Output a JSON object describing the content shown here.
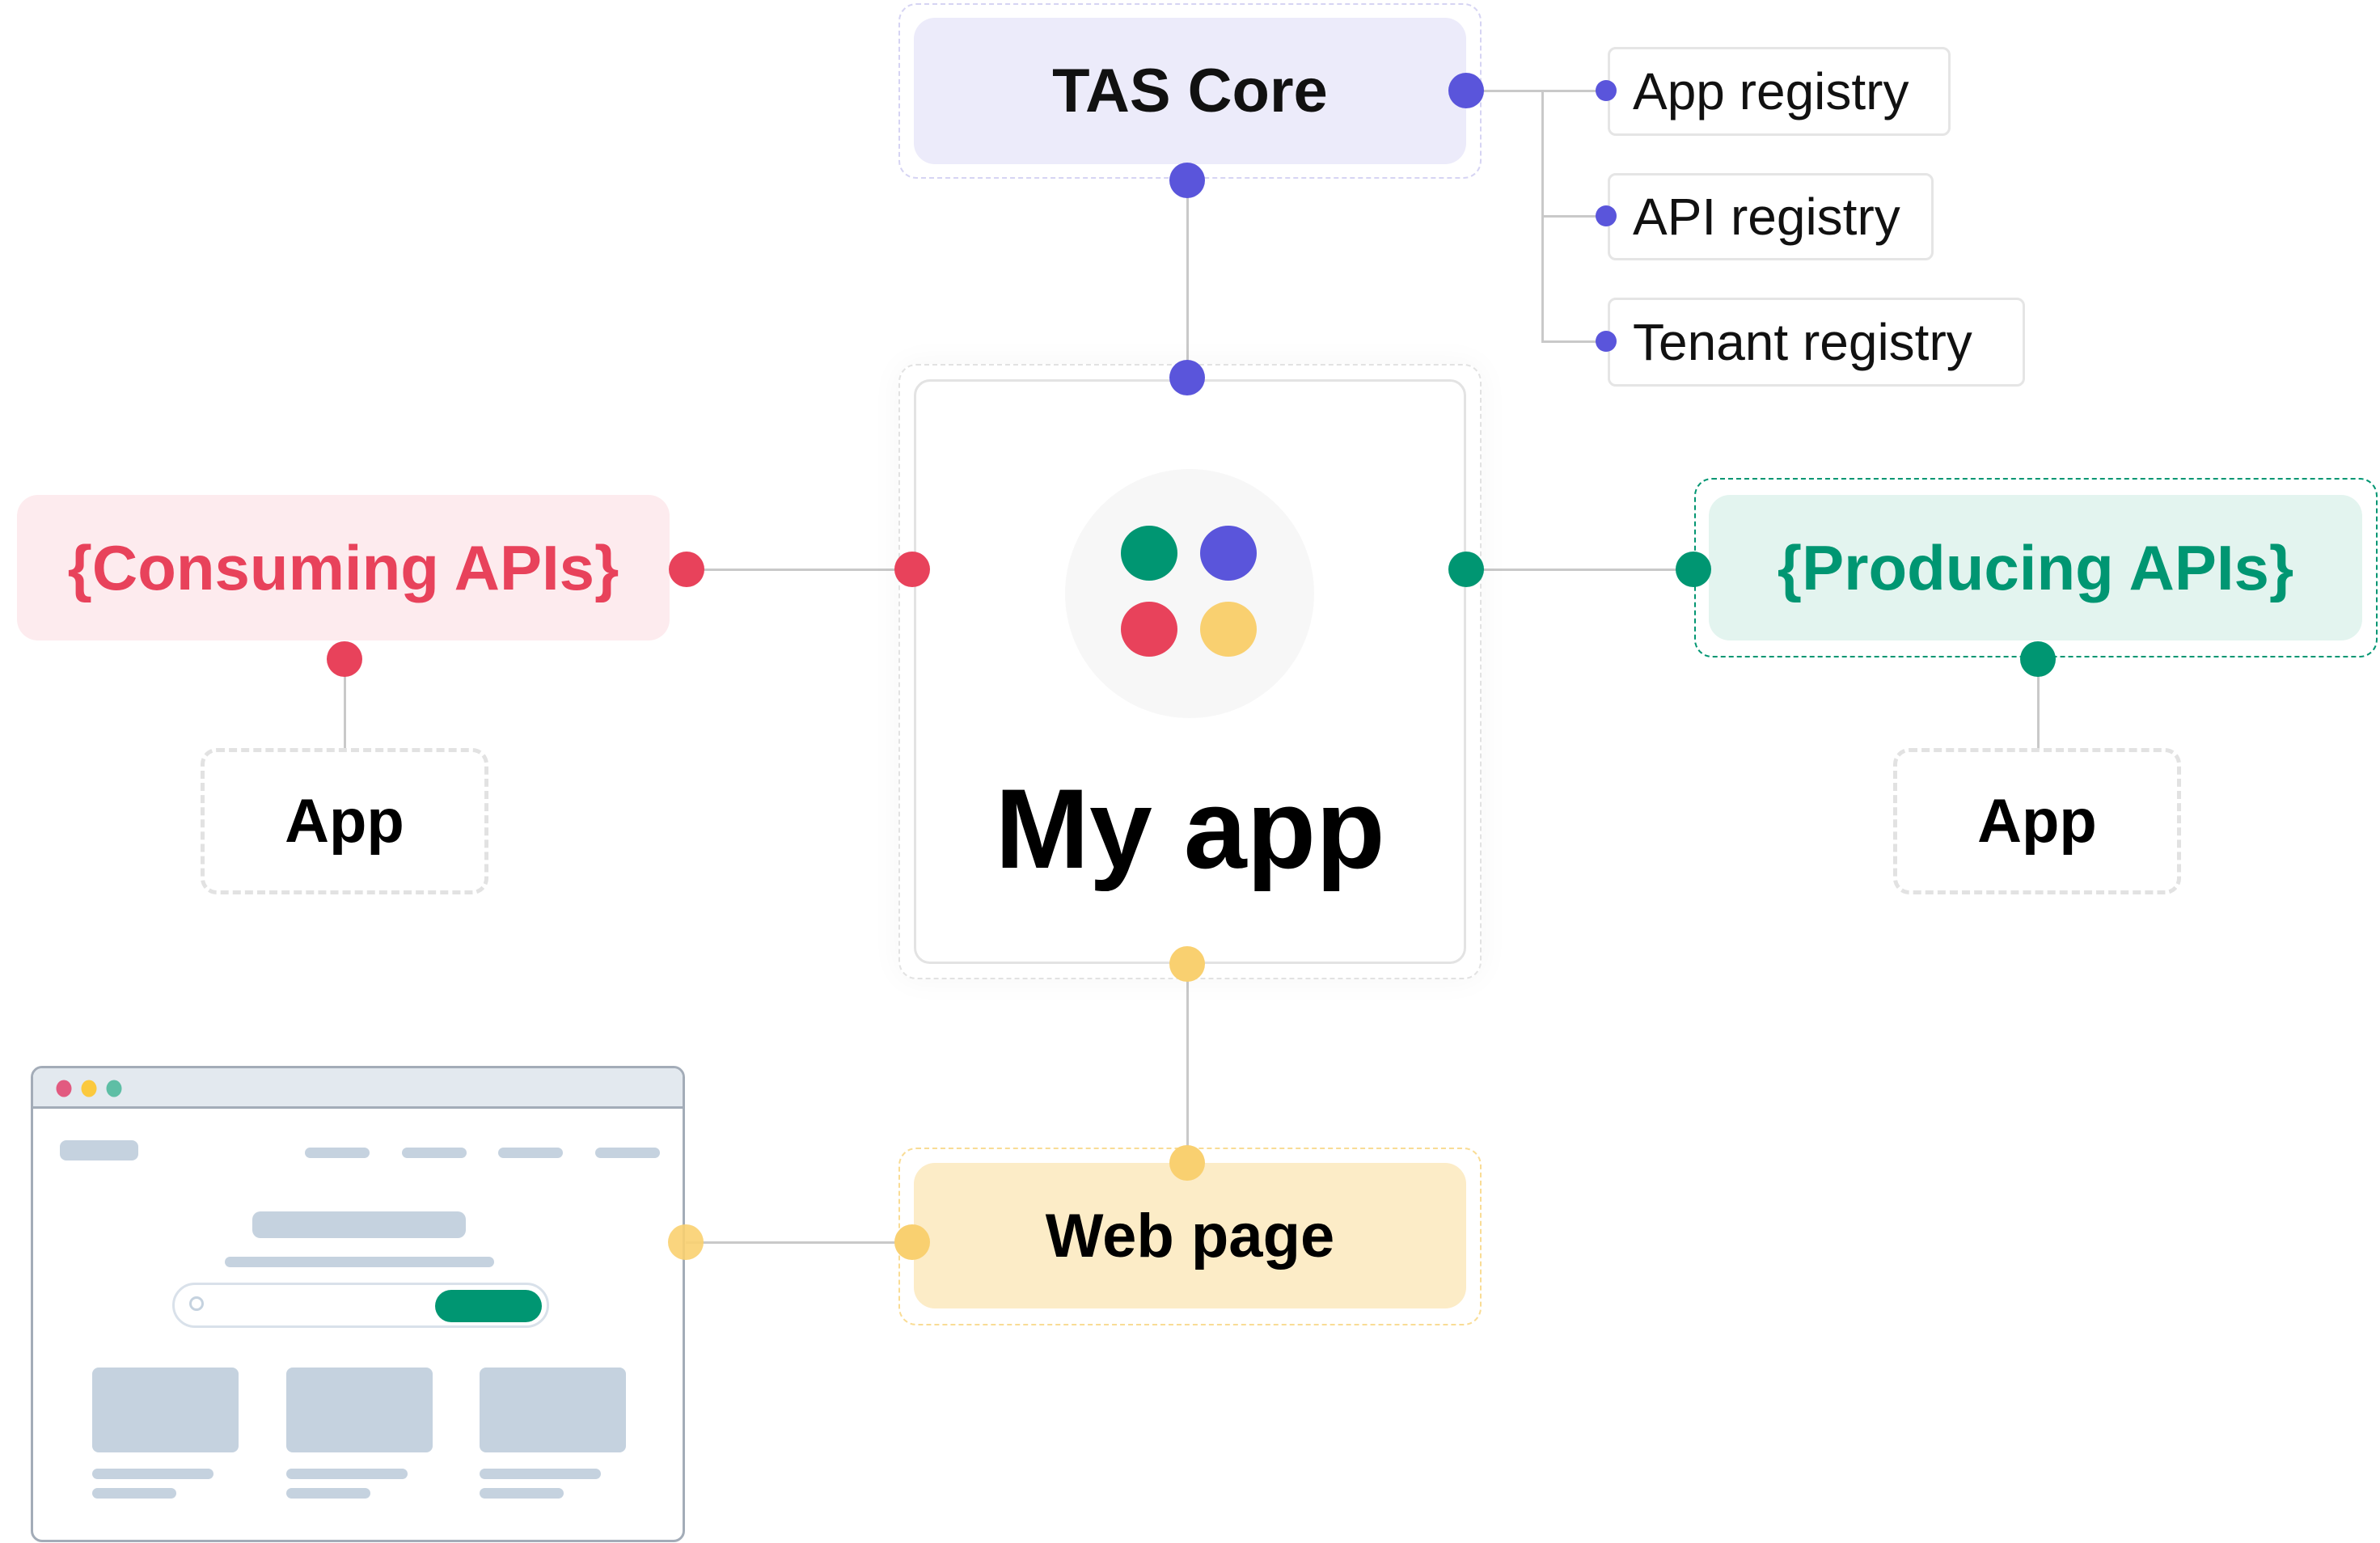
{
  "colors": {
    "indigo": "#5a55db",
    "red": "#e8425b",
    "green": "#009672",
    "yellow": "#f9d070",
    "indigo_bg": "#ecebfa",
    "red_bg": "#fdebee",
    "green_bg": "#e3f4ef",
    "yellow_bg": "#fcecc7",
    "line": "#c9c9c9"
  },
  "tas_core": {
    "label": "TAS Core",
    "registries": [
      {
        "label": "App registry"
      },
      {
        "label": "API registry"
      },
      {
        "label": "Tenant registry"
      }
    ]
  },
  "my_app": {
    "label": "My app",
    "logo_icon": "four-dots-icon"
  },
  "consuming": {
    "label": "{Consuming APIs}",
    "child": "App"
  },
  "producing": {
    "label": "{Producing APIs}",
    "child": "App"
  },
  "web_page": {
    "label": "Web page",
    "mockup": {
      "window_controls": [
        "close",
        "minimize",
        "maximize"
      ],
      "nav_items": 4,
      "cards": 3,
      "search_icon": "search-icon"
    }
  }
}
